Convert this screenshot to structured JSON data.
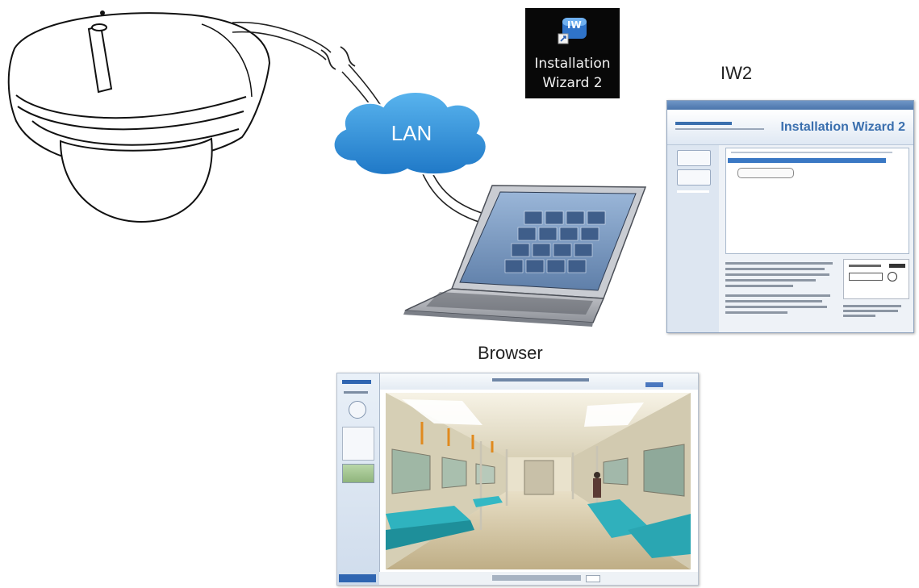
{
  "shortcut": {
    "icon": "iw2-app-icon",
    "icon_text": "IW",
    "line1": "Installation",
    "line2": "Wizard 2"
  },
  "network": {
    "cloud_label": "LAN"
  },
  "iw2": {
    "caption": "IW2",
    "window_brand": "Installation Wizard 2"
  },
  "browser": {
    "caption": "Browser"
  },
  "colors": {
    "cloud": "#2f8fd8",
    "shortcut_bg": "#080808",
    "iw2_accent": "#3a6fae",
    "browser_sidebar": "#cfdcec"
  }
}
